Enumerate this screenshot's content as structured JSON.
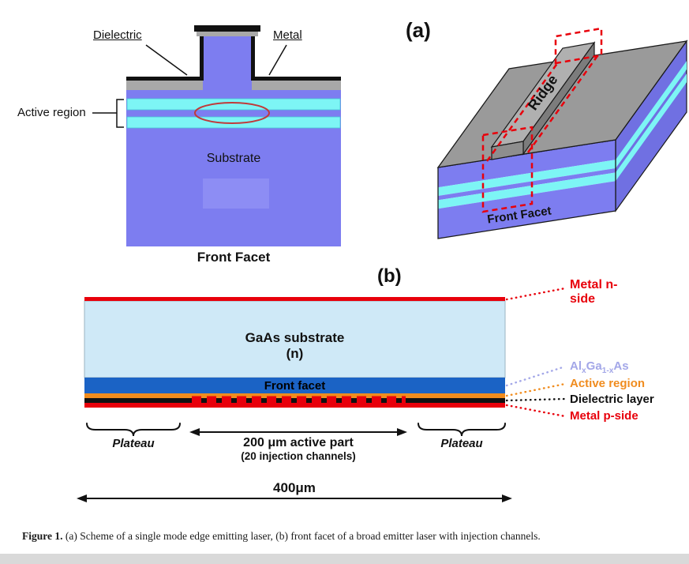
{
  "figure": {
    "panel_a": {
      "tag": "(a)",
      "cross_section": {
        "dielectric": "Dielectric",
        "metal": "Metal",
        "active_region": "Active region",
        "substrate": "Substrate",
        "front_facet": "Front Facet"
      },
      "perspective": {
        "ridge": "Ridge",
        "front_facet": "Front Facet"
      }
    },
    "panel_b": {
      "tag": "(b)",
      "substrate_name": "GaAs substrate",
      "substrate_doping": "(n)",
      "front_facet": "Front facet",
      "layer_labels": {
        "metal_n": "Metal n-side",
        "algaas": {
          "p1": "Al",
          "s1": "x",
          "p2": "Ga",
          "s2": "1-x",
          "p3": "As"
        },
        "active": "Active region",
        "dielectric": "Dielectric layer",
        "metal_p": "Metal p-side"
      },
      "dimensions": {
        "plateau_left": "Plateau",
        "active_part": "200 μm active part",
        "active_part_detail": "(20 injection channels)",
        "plateau_right": "Plateau",
        "total_width": "400μm"
      }
    },
    "caption": {
      "label": "Figure 1.",
      "text": " (a) Scheme of a single mode edge emitting laser, (b) front facet of a broad emitter laser with injection channels."
    },
    "colors": {
      "substrate_purple": "#7d7df0",
      "active_cyan": "#7df5f5",
      "metal_gray": "#a8a8a8",
      "gaas_light_blue": "#cfe9f7",
      "algaas_blue": "#1b63c5",
      "active_orange": "#f08c1e",
      "dielectric_black": "#111111",
      "annotation_red": "#e8000b",
      "algaas_label_lavender": "#a3a7e8"
    }
  }
}
